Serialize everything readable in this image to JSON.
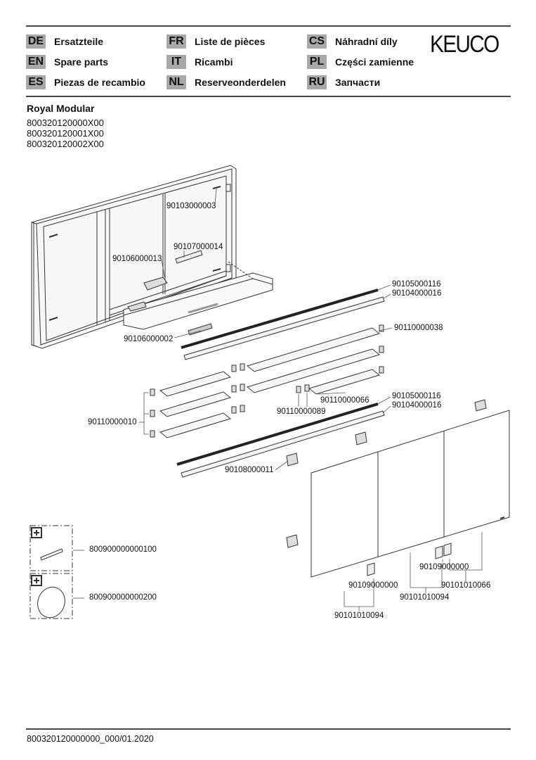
{
  "header": {
    "brand": "KEUCO",
    "languages": [
      {
        "code": "DE",
        "label": "Ersatzteile"
      },
      {
        "code": "EN",
        "label": "Spare parts"
      },
      {
        "code": "ES",
        "label": "Piezas de recambio"
      },
      {
        "code": "FR",
        "label": "Liste de pièces"
      },
      {
        "code": "IT",
        "label": "Ricambi"
      },
      {
        "code": "NL",
        "label": "Reserveonderdelen"
      },
      {
        "code": "CS",
        "label": "Náhradní díly"
      },
      {
        "code": "PL",
        "label": "Części zamienne"
      },
      {
        "code": "RU",
        "label": "Запчасти"
      }
    ]
  },
  "product": {
    "name": "Royal Modular",
    "codes": [
      "800320120000X00",
      "800320120001X00",
      "800320120002X00"
    ]
  },
  "parts": {
    "p1": "90103000003",
    "p2": "90107000014",
    "p3": "90106000013",
    "p4": "90106000002",
    "p5": "90105000116",
    "p6": "90104000016",
    "p7": "90110000038",
    "p8": "90110000066",
    "p9": "90110000089",
    "p10": "90105000116",
    "p11": "90104000016",
    "p12": "90110000010",
    "p13": "90108000011",
    "p14": "800900000000100",
    "p15": "800900000000200",
    "p16": "90109000000",
    "p17": "90101010066",
    "p18": "90109000000",
    "p19": "90101010094",
    "p20": "90101010094"
  },
  "footer": {
    "doc_code": "800320120000000_000/01.2020"
  }
}
